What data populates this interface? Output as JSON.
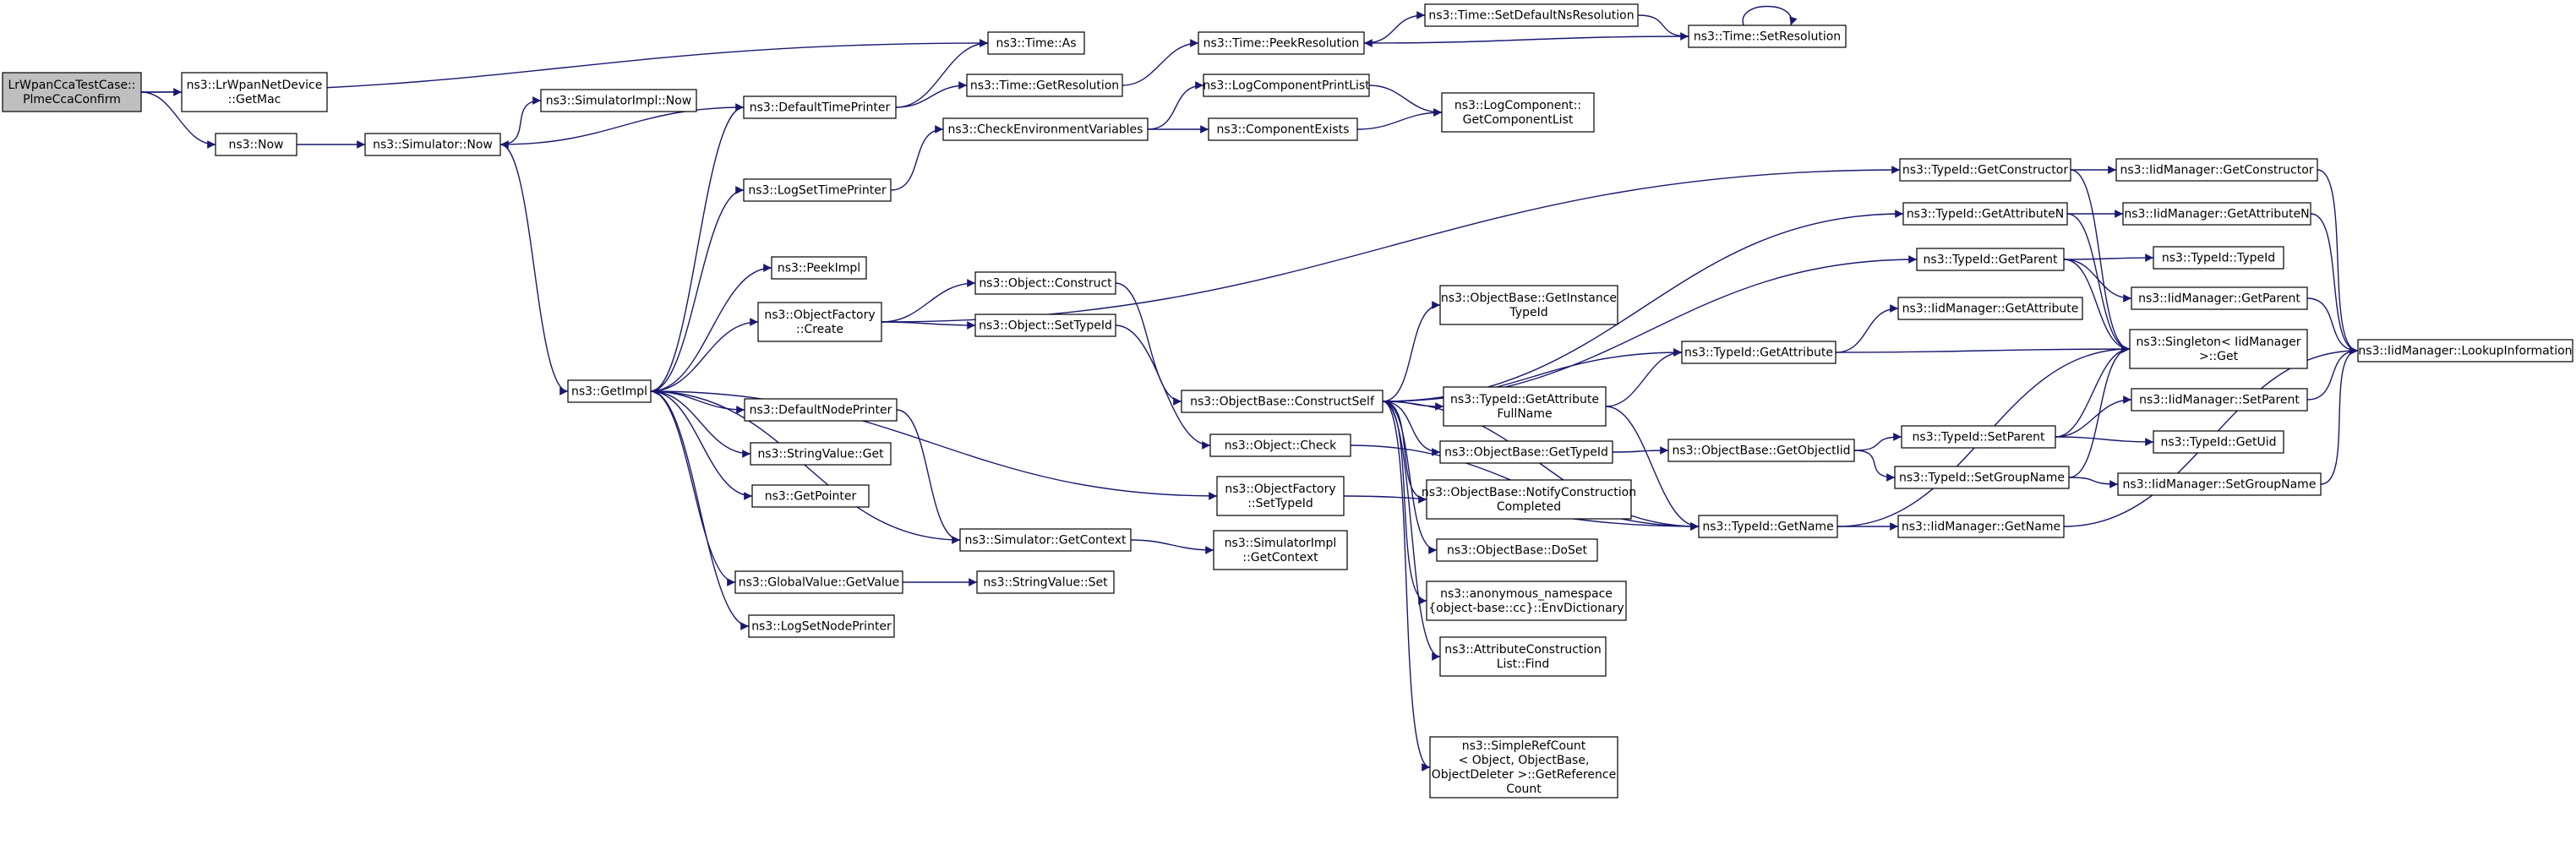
{
  "diagram": {
    "edge_color": "#191970",
    "root_fill": "#bfbfbf",
    "nodes": [
      {
        "id": "root",
        "lines": [
          "LrWpanCcaTestCase::",
          "PlmeCcaConfirm"
        ],
        "root": true
      },
      {
        "id": "getmac",
        "lines": [
          "ns3::LrWpanNetDevice",
          "::GetMac"
        ]
      },
      {
        "id": "now",
        "lines": [
          "ns3::Now"
        ]
      },
      {
        "id": "simnow",
        "lines": [
          "ns3::Simulator::Now"
        ]
      },
      {
        "id": "simimplnow",
        "lines": [
          "ns3::SimulatorImpl::Now"
        ]
      },
      {
        "id": "getimpl",
        "lines": [
          "ns3::GetImpl"
        ]
      },
      {
        "id": "defaulttimeprinter",
        "lines": [
          "ns3::DefaultTimePrinter"
        ]
      },
      {
        "id": "logsettimeprinter",
        "lines": [
          "ns3::LogSetTimePrinter"
        ]
      },
      {
        "id": "peekimpl",
        "lines": [
          "ns3::PeekImpl"
        ]
      },
      {
        "id": "objfactorycreate",
        "lines": [
          "ns3::ObjectFactory",
          "::Create"
        ]
      },
      {
        "id": "defaultnodeprinter",
        "lines": [
          "ns3::DefaultNodePrinter"
        ]
      },
      {
        "id": "stringvalueget",
        "lines": [
          "ns3::StringValue::Get"
        ]
      },
      {
        "id": "getpointer",
        "lines": [
          "ns3::GetPointer"
        ]
      },
      {
        "id": "globalvalueget",
        "lines": [
          "ns3::GlobalValue::GetValue"
        ]
      },
      {
        "id": "logsetnodeprinter",
        "lines": [
          "ns3::LogSetNodePrinter"
        ]
      },
      {
        "id": "timeas",
        "lines": [
          "ns3::Time::As"
        ]
      },
      {
        "id": "getresolution",
        "lines": [
          "ns3::Time::GetResolution"
        ]
      },
      {
        "id": "checkenv",
        "lines": [
          "ns3::CheckEnvironmentVariables"
        ]
      },
      {
        "id": "objconstruct",
        "lines": [
          "ns3::Object::Construct"
        ]
      },
      {
        "id": "objsettypeid",
        "lines": [
          "ns3::Object::SetTypeId"
        ]
      },
      {
        "id": "simgetcontext",
        "lines": [
          "ns3::Simulator::GetContext"
        ]
      },
      {
        "id": "stringvalueset",
        "lines": [
          "ns3::StringValue::Set"
        ]
      },
      {
        "id": "peekresolution",
        "lines": [
          "ns3::Time::PeekResolution"
        ]
      },
      {
        "id": "logcompprintlist",
        "lines": [
          "ns3::LogComponentPrintList"
        ]
      },
      {
        "id": "compexists",
        "lines": [
          "ns3::ComponentExists"
        ]
      },
      {
        "id": "constructself",
        "lines": [
          "ns3::ObjectBase::ConstructSelf"
        ]
      },
      {
        "id": "objcheck",
        "lines": [
          "ns3::Object::Check"
        ]
      },
      {
        "id": "objfactorysettypeid",
        "lines": [
          "ns3::ObjectFactory",
          "::SetTypeId"
        ]
      },
      {
        "id": "simimplgetcontext",
        "lines": [
          "ns3::SimulatorImpl",
          "::GetContext"
        ]
      },
      {
        "id": "setdefaultns",
        "lines": [
          "ns3::Time::SetDefaultNsResolution"
        ]
      },
      {
        "id": "setresolution",
        "lines": [
          "ns3::Time::SetResolution"
        ]
      },
      {
        "id": "getcomponentlist",
        "lines": [
          "ns3::LogComponent::",
          "GetComponentList"
        ]
      },
      {
        "id": "getinstancetypeid",
        "lines": [
          "ns3::ObjectBase::GetInstance",
          "TypeId"
        ]
      },
      {
        "id": "getattrfullname",
        "lines": [
          "ns3::TypeId::GetAttribute",
          "FullName"
        ]
      },
      {
        "id": "obgettypeid",
        "lines": [
          "ns3::ObjectBase::GetTypeId"
        ]
      },
      {
        "id": "notifyconstruction",
        "lines": [
          "ns3::ObjectBase::NotifyConstruction",
          "Completed"
        ]
      },
      {
        "id": "doset",
        "lines": [
          "ns3::ObjectBase::DoSet"
        ]
      },
      {
        "id": "envdictionary",
        "lines": [
          "ns3::anonymous_namespace",
          "{object-base::cc}::EnvDictionary"
        ]
      },
      {
        "id": "attrconstructionfind",
        "lines": [
          "ns3::AttributeConstruction",
          "List::Find"
        ]
      },
      {
        "id": "simplerefcount",
        "lines": [
          "ns3::SimpleRefCount",
          "< Object, ObjectBase,",
          "ObjectDeleter >::GetReference",
          "Count"
        ]
      },
      {
        "id": "tidgetconstructor",
        "lines": [
          "ns3::TypeId::GetConstructor"
        ]
      },
      {
        "id": "tidgetattributen",
        "lines": [
          "ns3::TypeId::GetAttributeN"
        ]
      },
      {
        "id": "tidgetparent",
        "lines": [
          "ns3::TypeId::GetParent"
        ]
      },
      {
        "id": "tidgetattribute",
        "lines": [
          "ns3::TypeId::GetAttribute"
        ]
      },
      {
        "id": "getobjectiid",
        "lines": [
          "ns3::ObjectBase::GetObjectIid"
        ]
      },
      {
        "id": "tidgetname",
        "lines": [
          "ns3::TypeId::GetName"
        ]
      },
      {
        "id": "iidgetconstructor",
        "lines": [
          "ns3::IidManager::GetConstructor"
        ]
      },
      {
        "id": "iidgetattributen",
        "lines": [
          "ns3::IidManager::GetAttributeN"
        ]
      },
      {
        "id": "tidtypeid",
        "lines": [
          "ns3::TypeId::TypeId"
        ]
      },
      {
        "id": "iidgetparent",
        "lines": [
          "ns3::IidManager::GetParent"
        ]
      },
      {
        "id": "iidgetattribute",
        "lines": [
          "ns3::IidManager::GetAttribute"
        ]
      },
      {
        "id": "singletonget",
        "lines": [
          "ns3::Singleton< IidManager",
          " >::Get"
        ]
      },
      {
        "id": "tidsetparent",
        "lines": [
          "ns3::TypeId::SetParent"
        ]
      },
      {
        "id": "tidsetgroupname",
        "lines": [
          "ns3::TypeId::SetGroupName"
        ]
      },
      {
        "id": "iidgetname",
        "lines": [
          "ns3::IidManager::GetName"
        ]
      },
      {
        "id": "iidsetparent",
        "lines": [
          "ns3::IidManager::SetParent"
        ]
      },
      {
        "id": "tidgetuid",
        "lines": [
          "ns3::TypeId::GetUid"
        ]
      },
      {
        "id": "iidsetgroupname",
        "lines": [
          "ns3::IidManager::SetGroupName"
        ]
      },
      {
        "id": "lookupinformation",
        "lines": [
          "ns3::IidManager::LookupInformation"
        ]
      }
    ],
    "edges": [
      [
        "root",
        "timeas"
      ],
      [
        "root",
        "getmac"
      ],
      [
        "root",
        "now"
      ],
      [
        "now",
        "simnow"
      ],
      [
        "simnow",
        "simimplnow"
      ],
      [
        "simnow",
        "getimpl"
      ],
      [
        "defaulttimeprinter",
        "simnow"
      ],
      [
        "defaulttimeprinter",
        "timeas"
      ],
      [
        "defaulttimeprinter",
        "getresolution"
      ],
      [
        "getresolution",
        "peekresolution"
      ],
      [
        "peekresolution",
        "setdefaultns"
      ],
      [
        "setdefaultns",
        "setresolution"
      ],
      [
        "setresolution",
        "setresolution"
      ],
      [
        "setresolution",
        "peekresolution"
      ],
      [
        "logsettimeprinter",
        "checkenv"
      ],
      [
        "checkenv",
        "logcompprintlist"
      ],
      [
        "checkenv",
        "compexists"
      ],
      [
        "logcompprintlist",
        "getcomponentlist"
      ],
      [
        "compexists",
        "getcomponentlist"
      ],
      [
        "getimpl",
        "defaulttimeprinter"
      ],
      [
        "getimpl",
        "logsettimeprinter"
      ],
      [
        "getimpl",
        "peekimpl"
      ],
      [
        "getimpl",
        "objfactorycreate"
      ],
      [
        "getimpl",
        "defaultnodeprinter"
      ],
      [
        "getimpl",
        "stringvalueget"
      ],
      [
        "getimpl",
        "getpointer"
      ],
      [
        "getimpl",
        "globalvalueget"
      ],
      [
        "getimpl",
        "logsetnodeprinter"
      ],
      [
        "getimpl",
        "objfactorysettypeid"
      ],
      [
        "simgetcontext",
        "getimpl"
      ],
      [
        "simgetcontext",
        "simimplgetcontext"
      ],
      [
        "defaultnodeprinter",
        "simgetcontext"
      ],
      [
        "globalvalueget",
        "stringvalueset"
      ],
      [
        "objfactorycreate",
        "objconstruct"
      ],
      [
        "objfactorycreate",
        "objsettypeid"
      ],
      [
        "objfactorycreate",
        "tidgetconstructor"
      ],
      [
        "objconstruct",
        "constructself"
      ],
      [
        "objsettypeid",
        "objcheck"
      ],
      [
        "constructself",
        "tidgetattributen"
      ],
      [
        "constructself",
        "tidgetparent"
      ],
      [
        "constructself",
        "getinstancetypeid"
      ],
      [
        "constructself",
        "tidgetattribute"
      ],
      [
        "constructself",
        "getattrfullname"
      ],
      [
        "constructself",
        "obgettypeid"
      ],
      [
        "constructself",
        "notifyconstruction"
      ],
      [
        "constructself",
        "doset"
      ],
      [
        "constructself",
        "envdictionary"
      ],
      [
        "constructself",
        "attrconstructionfind"
      ],
      [
        "constructself",
        "simplerefcount"
      ],
      [
        "constructself",
        "tidgetname"
      ],
      [
        "objcheck",
        "tidgetname"
      ],
      [
        "objfactorysettypeid",
        "tidgetname"
      ],
      [
        "getattrfullname",
        "tidgetattribute"
      ],
      [
        "getattrfullname",
        "tidgetname"
      ],
      [
        "obgettypeid",
        "getobjectiid"
      ],
      [
        "getobjectiid",
        "tidsetparent"
      ],
      [
        "getobjectiid",
        "tidsetgroupname"
      ],
      [
        "tidgetconstructor",
        "iidgetconstructor"
      ],
      [
        "tidgetconstructor",
        "singletonget"
      ],
      [
        "tidgetattributen",
        "iidgetattributen"
      ],
      [
        "tidgetattributen",
        "singletonget"
      ],
      [
        "tidgetparent",
        "tidtypeid"
      ],
      [
        "tidgetparent",
        "iidgetparent"
      ],
      [
        "tidgetparent",
        "singletonget"
      ],
      [
        "tidgetattribute",
        "iidgetattribute"
      ],
      [
        "tidgetattribute",
        "singletonget"
      ],
      [
        "tidsetparent",
        "iidsetparent"
      ],
      [
        "tidsetparent",
        "tidgetuid"
      ],
      [
        "tidsetparent",
        "singletonget"
      ],
      [
        "tidsetgroupname",
        "iidsetgroupname"
      ],
      [
        "tidsetgroupname",
        "singletonget"
      ],
      [
        "tidgetname",
        "iidgetname"
      ],
      [
        "tidgetname",
        "singletonget"
      ],
      [
        "iidgetconstructor",
        "lookupinformation"
      ],
      [
        "iidgetattributen",
        "lookupinformation"
      ],
      [
        "iidgetparent",
        "lookupinformation"
      ],
      [
        "iidsetparent",
        "lookupinformation"
      ],
      [
        "iidsetgroupname",
        "lookupinformation"
      ],
      [
        "iidgetname",
        "lookupinformation"
      ]
    ]
  }
}
